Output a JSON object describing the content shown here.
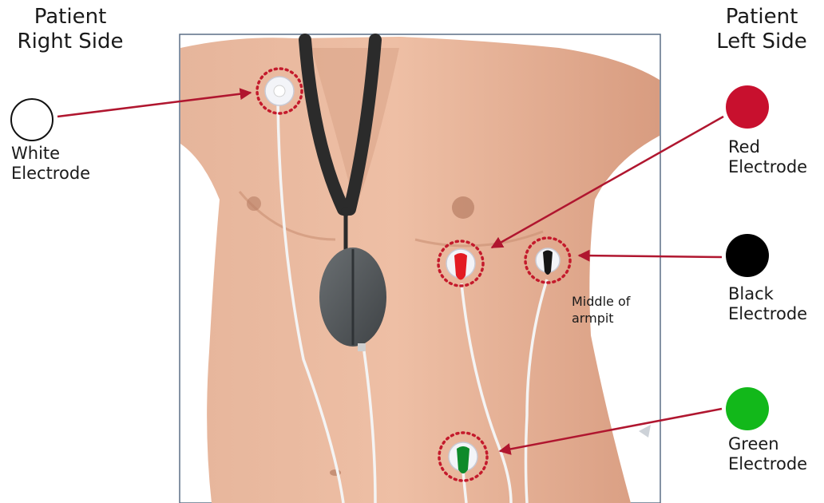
{
  "headings": {
    "right_side": [
      "Patient",
      "Right Side"
    ],
    "left_side": [
      "Patient",
      "Left Side"
    ]
  },
  "electrodes": [
    {
      "id": "white",
      "label": [
        "White",
        "Electrode"
      ],
      "color": "#ffffff",
      "stroke": "#111111"
    },
    {
      "id": "red",
      "label": [
        "Red",
        "Electrode"
      ],
      "color": "#c8102e",
      "stroke": "#c8102e"
    },
    {
      "id": "black",
      "label": [
        "Black",
        "Electrode"
      ],
      "color": "#000000",
      "stroke": "#000000"
    },
    {
      "id": "green",
      "label": [
        "Green",
        "Electrode"
      ],
      "color": "#12b81a",
      "stroke": "#12b81a"
    }
  ],
  "annotation": [
    "Middle of",
    "armpit"
  ],
  "colors": {
    "arrow": "#b0162f",
    "target_ring": "#c41a2c",
    "skin": "#e2ad92",
    "skin_shadow": "#c98f73",
    "lanyard": "#2b2b2b",
    "device": "#55595c",
    "frame": "#5b6f86"
  }
}
